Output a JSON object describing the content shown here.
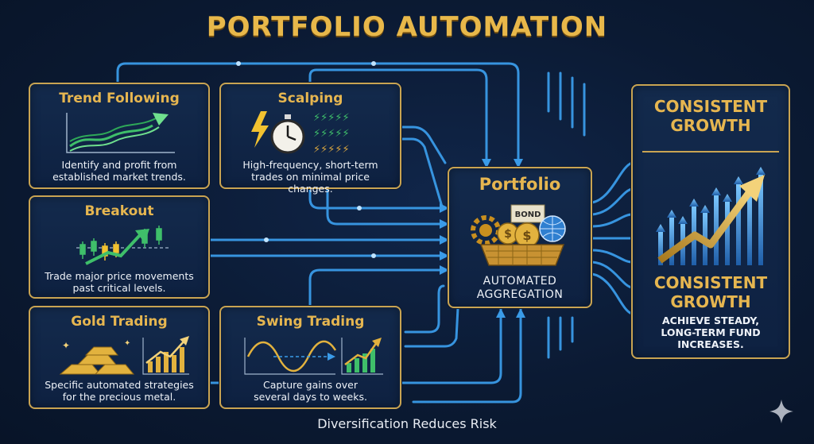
{
  "title": "PORTFOLIO AUTOMATION",
  "strategies": [
    {
      "id": "trend-following",
      "title": "Trend Following",
      "desc": [
        "Identify and profit from",
        "established market trends."
      ],
      "icon": "trend-chart-icon"
    },
    {
      "id": "scalping",
      "title": "Scalping",
      "desc": [
        "High-frequency, short-term",
        "trades on minimal price changes."
      ],
      "icon": "stopwatch-lightning-icon"
    },
    {
      "id": "breakout",
      "title": "Breakout",
      "desc": [
        "Trade major price movements",
        "past critical levels."
      ],
      "icon": "candlestick-breakout-icon"
    },
    {
      "id": "gold-trading",
      "title": "Gold Trading",
      "desc": [
        "Specific automated strategies",
        "for the precious metal."
      ],
      "icon": "gold-bars-icon"
    },
    {
      "id": "swing-trading",
      "title": "Swing Trading",
      "desc": [
        "Capture gains over",
        "several days to weeks."
      ],
      "icon": "sine-wave-chart-icon"
    }
  ],
  "portfolio": {
    "title": "Portfolio",
    "badge": "BOND",
    "desc": [
      "AUTOMATED",
      "AGGREGATION"
    ],
    "icon": "portfolio-basket-icon"
  },
  "growth": {
    "title": [
      "CONSISTENT",
      "GROWTH"
    ],
    "subtitle": [
      "CONSISTENT",
      "GROWTH"
    ],
    "desc": [
      "ACHIEVE STEADY,",
      "LONG-TERM FUND",
      "INCREASES."
    ],
    "icon": "growth-arrows-icon"
  },
  "footer": "Diversification Reduces Risk",
  "colors": {
    "gold": "#e6b650",
    "border": "#c9a452",
    "wire": "#3a9be8",
    "background": "#0b1a33",
    "green": "#3fbf6a"
  }
}
